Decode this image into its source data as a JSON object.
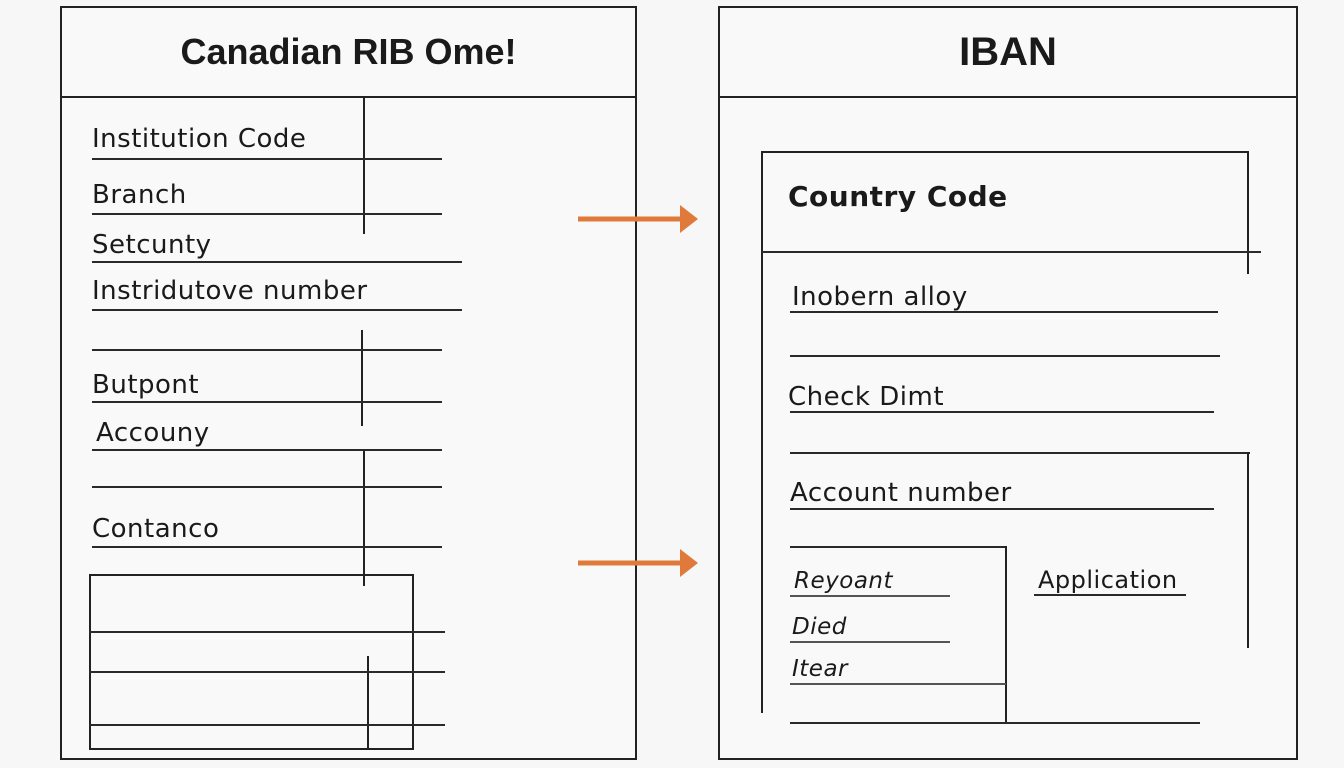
{
  "left_panel": {
    "title": "Canadian RIB Ome!",
    "fields": [
      "Institution Code",
      "Branch",
      "Setcunty",
      "Instridutove number",
      "Butpont",
      "Accouny",
      "Contanco"
    ]
  },
  "right_panel": {
    "title": "IBAN",
    "country_code": "Country Code",
    "fields": [
      "Inobern alloy",
      "Check Dimt",
      "Account number"
    ],
    "sub_fields": [
      "Reyoant",
      "Died",
      "Itear"
    ],
    "side_label": "Application"
  },
  "colors": {
    "arrow": "#e07a3a",
    "border": "#222222"
  },
  "icons": [
    "arrow-right-icon",
    "arrow-right-icon"
  ]
}
